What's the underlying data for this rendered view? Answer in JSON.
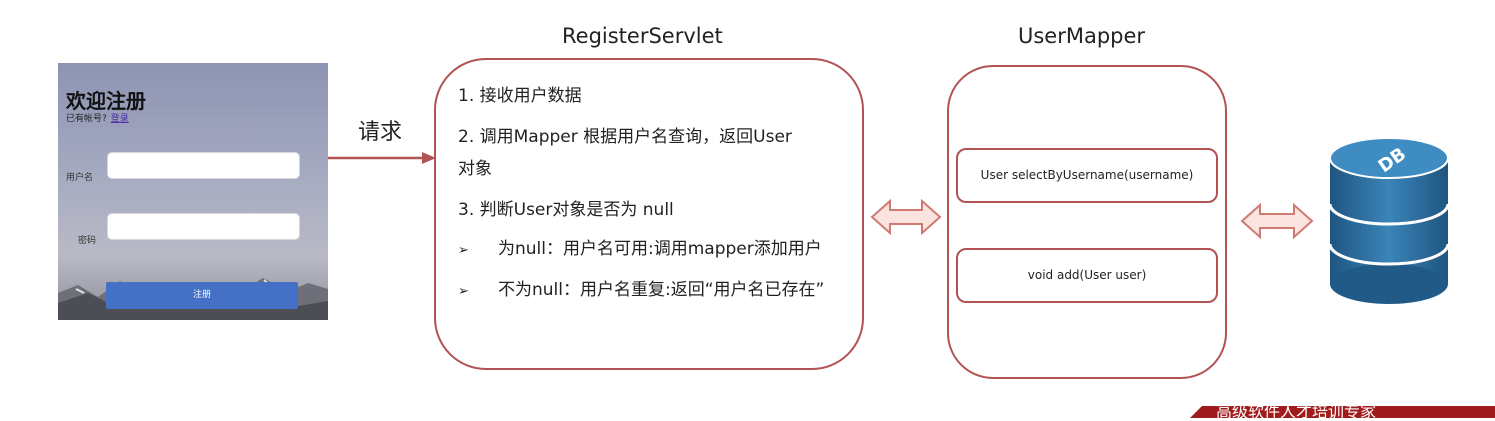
{
  "form": {
    "title": "欢迎注册",
    "subtitle": "已有帐号?",
    "login_link": "登录",
    "username_label": "用户名",
    "password_label": "密码",
    "register_button": "注册"
  },
  "request_label": "请求",
  "servlet": {
    "title": "RegisterServlet",
    "steps": [
      "1. 接收用户数据",
      "2. 调用Mapper 根据用户名查询，返回User",
      "对象",
      "3. 判断User对象是否为 null",
      "为null：用户名可用:调用mapper添加用户",
      "不为null：用户名重复:返回“用户名已存在”"
    ],
    "bullet": "➢"
  },
  "mapper": {
    "title": "UserMapper",
    "methods": [
      "User selectByUsername(username)",
      "void add(User user)"
    ]
  },
  "db_label": "DB",
  "footer_text": "高级软件人才培训专家",
  "colors": {
    "border": "#b25353",
    "button": "#4471c6",
    "db": "#2f6d9c",
    "arrow_fill": "#fbe4e0",
    "footer": "#a01c1c"
  }
}
